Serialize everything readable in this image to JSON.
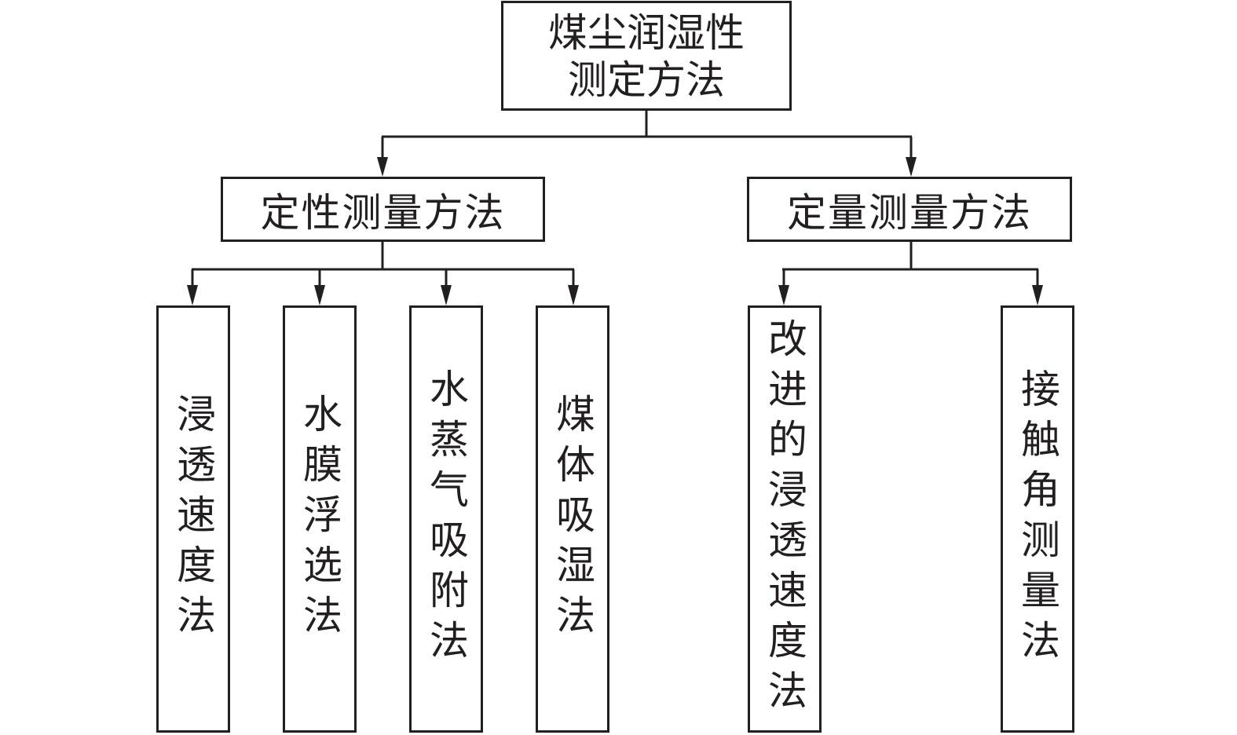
{
  "diagram": {
    "root": {
      "line1": "煤尘润湿性",
      "line2": "测定方法"
    },
    "branches": [
      {
        "label": "定性测量方法",
        "children": [
          "浸透速度法",
          "水膜浮选法",
          "水蒸气吸附法",
          "煤体吸湿法"
        ]
      },
      {
        "label": "定量测量方法",
        "children": [
          "改进的浸透速度法",
          "接触角测量法"
        ]
      }
    ],
    "colors": {
      "stroke": "#231f20",
      "background": "#ffffff"
    }
  }
}
